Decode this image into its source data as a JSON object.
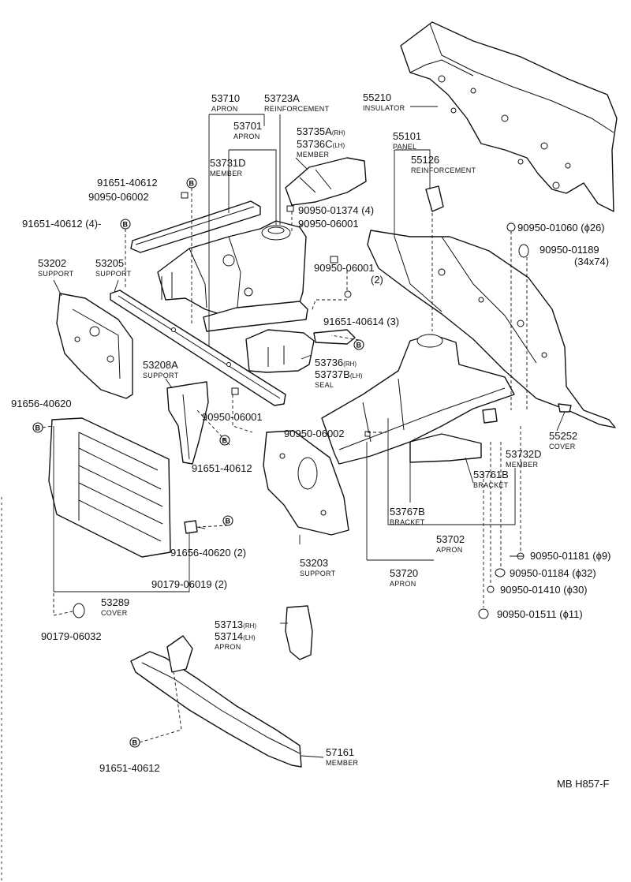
{
  "diagram_code": "MB H857-F",
  "circle_mark": "B",
  "side_rh": "(RH)",
  "side_lh": "(LH)",
  "parts": {
    "p55210": {
      "num": "55210",
      "name": "INSULATOR"
    },
    "p53710": {
      "num": "53710",
      "name": "APRON"
    },
    "p53723a": {
      "num": "53723A",
      "name": "REINFORCEMENT"
    },
    "p53701": {
      "num": "53701",
      "name": "APRON"
    },
    "p53735a": {
      "num": "53735A"
    },
    "p53736c": {
      "num": "53736C",
      "name": "MEMBER"
    },
    "p53731d": {
      "num": "53731D",
      "name": "MEMBER"
    },
    "p55101": {
      "num": "55101",
      "name": "PANEL"
    },
    "p55126": {
      "num": "55126",
      "name": "REINFORCEMENT"
    },
    "p53202": {
      "num": "53202",
      "name": "SUPPORT"
    },
    "p53205": {
      "num": "53205",
      "name": "SUPPORT"
    },
    "p53736": {
      "num": "53736"
    },
    "p53737b": {
      "num": "53737B",
      "name": "SEAL"
    },
    "p53208a": {
      "num": "53208A",
      "name": "SUPPORT"
    },
    "p55252": {
      "num": "55252",
      "name": "COVER"
    },
    "p53732d": {
      "num": "53732D",
      "name": "MEMBER"
    },
    "p53761b": {
      "num": "53761B",
      "name": "BRACKET"
    },
    "p53767b": {
      "num": "53767B",
      "name": "BRACKET"
    },
    "p53702": {
      "num": "53702",
      "name": "APRON"
    },
    "p53203": {
      "num": "53203",
      "name": "SUPPORT"
    },
    "p53720": {
      "num": "53720",
      "name": "APRON"
    },
    "p53289": {
      "num": "53289",
      "name": "COVER"
    },
    "p53713": {
      "num": "53713"
    },
    "p53714": {
      "num": "53714",
      "name": "APRON"
    },
    "p57161": {
      "num": "57161",
      "name": "MEMBER"
    }
  },
  "fasteners": {
    "f1": "91651-40612",
    "f2": "90950-06002",
    "f3": "91651-40612 (4)-",
    "f4": "90950-01374 (4)",
    "f5": "90950-06001",
    "f6": "90950-06001",
    "f6q": "(2)",
    "f7": "91651-40614 (3)",
    "f8": "90950-01060 (ϕ26)",
    "f9": "90950-01189",
    "f9s": "(34x74)",
    "f10": "91656-40620",
    "f11": "90950-06001",
    "f12": "90950-06002",
    "f13": "91651-40612",
    "f14": "91656-40620 (2)",
    "f15": "90179-06019 (2)",
    "f16": "90179-06032",
    "f17": "90950-01181 (ϕ9)",
    "f18": "90950-01184 (ϕ32)",
    "f19": "90950-01410 (ϕ30)",
    "f20": "90950-01511 (ϕ11)",
    "f21": "91651-40612"
  }
}
